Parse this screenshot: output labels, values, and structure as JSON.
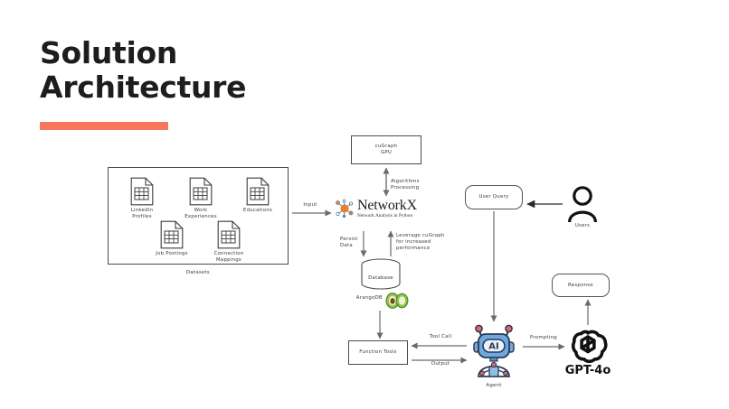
{
  "slide": {
    "title_line1": "Solution",
    "title_line2": "Architecture",
    "accent_color": "#f8775c",
    "background": "#ffffff"
  },
  "datasets": {
    "caption": "Datasets",
    "items": [
      {
        "label": "LinkedIn Profiles",
        "icon": "document-table-icon"
      },
      {
        "label": "Work Experiences",
        "icon": "document-table-icon"
      },
      {
        "label": "Educations",
        "icon": "document-table-icon"
      },
      {
        "label": "Job Postings",
        "icon": "document-table-icon"
      },
      {
        "label": "Connection Mappings",
        "icon": "document-table-icon"
      }
    ]
  },
  "nodes": {
    "cugraph": {
      "line1": "cuGraph",
      "line2": "GPU"
    },
    "networkx": {
      "name": "NetworkX",
      "subtitle": "Network Analysis in Python",
      "icon": "networkx-logo-icon"
    },
    "database": {
      "label": "Database",
      "vendor": "ArangoDB",
      "icon": "avocado-icon"
    },
    "function_tools": {
      "label": "Function Tools"
    },
    "user_query": {
      "label": "User Query"
    },
    "response": {
      "label": "Response"
    },
    "users": {
      "label": "Users",
      "icon": "person-icon"
    },
    "agent": {
      "label": "Agent",
      "badge": "AI",
      "icon": "robot-icon"
    },
    "gpt": {
      "label": "GPT-4o",
      "icon": "openai-logo-icon"
    }
  },
  "edges": {
    "input": "Input",
    "algorithms_processing": "Algorithms Processing",
    "persist_data": "Persist\nData",
    "leverage_cugraph": "Leverage cuGraph\nfor increased\nperformance",
    "tool_call": "Tool Call",
    "output": "Output",
    "prompting": "Prompting"
  },
  "colors": {
    "accent": "#f8775c",
    "ink": "#3a3a3a",
    "networkx_orange": "#f07c24",
    "networkx_blue": "#3a7bbf",
    "robot_blue": "#5b9bd5",
    "avocado_green": "#7cb342"
  }
}
